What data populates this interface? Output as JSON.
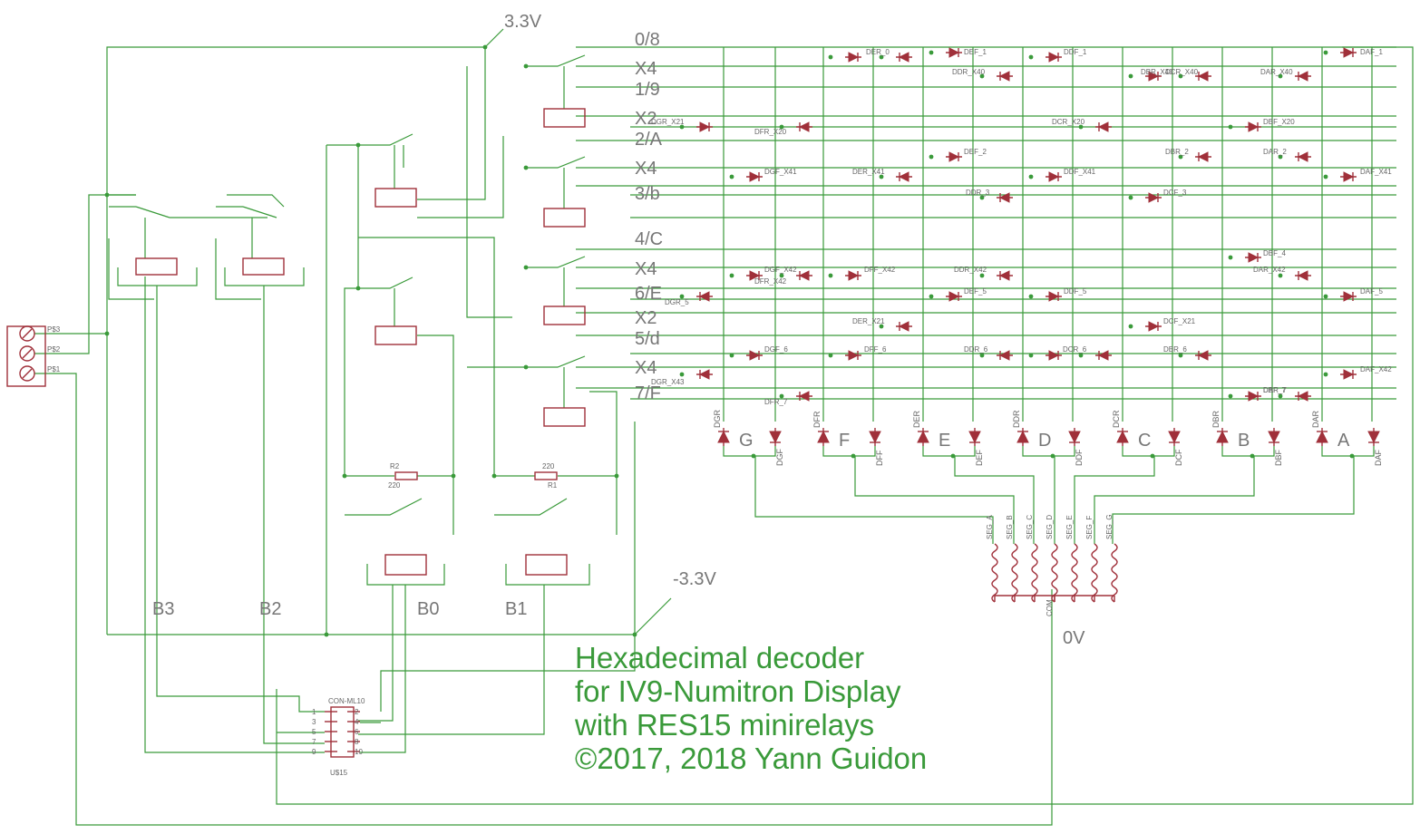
{
  "supply": {
    "vpos": "3.3V",
    "vneg": "-3.3V",
    "gnd": "0V"
  },
  "rows": [
    "0/8",
    "X4",
    "1/9",
    "X2",
    "2/A",
    "X4",
    "3/b",
    "4/C",
    "X4",
    "6/E",
    "X2",
    "5/d",
    "X4",
    "7/F"
  ],
  "segments": [
    "G",
    "F",
    "E",
    "D",
    "C",
    "B",
    "A"
  ],
  "bits": [
    "B3",
    "B2",
    "B0",
    "B1"
  ],
  "terminal": [
    "P$3",
    "P$2",
    "P$1"
  ],
  "resistors": [
    {
      "name": "R2",
      "value": "220"
    },
    {
      "name": "R1",
      "value": "220"
    }
  ],
  "connector": {
    "name": "CON-ML10",
    "ref": "U$15",
    "pins": [
      "1",
      "2",
      "3",
      "4",
      "5",
      "6",
      "7",
      "8",
      "9",
      "10"
    ]
  },
  "display_pins": [
    "SEG_A",
    "SEG_B",
    "SEG_C",
    "SEG_D",
    "SEG_E",
    "SEG_F",
    "SEG_G",
    "COM"
  ],
  "segment_diodes": [
    "DGR",
    "DGF",
    "DFR",
    "DFF",
    "DER",
    "DEF",
    "DDR",
    "DDF",
    "DCR",
    "DCF",
    "DBR",
    "DBF",
    "DAR",
    "DAF"
  ],
  "diode_labels": [
    "DER_0",
    "DEF_1",
    "DDF_1",
    "DAF_1",
    "DDR_X40",
    "DBR_X40",
    "DCR_X40",
    "DAR_X40",
    "DGR_X21",
    "DFR_X20",
    "DCR_X20",
    "DBF_X20",
    "DEF_2",
    "DBR_2",
    "DAR_2",
    "DGF_X41",
    "DER_X41",
    "DDF_X41",
    "DAF_X41",
    "DDR_3",
    "DCF_3",
    "DBF_4",
    "DGF_X42",
    "DFR_X42",
    "DFF_X42",
    "DDR_X42",
    "DAR_X42",
    "DEF_5",
    "DDF_5",
    "DGR_5",
    "DAF_5",
    "DER_X21",
    "DCF_X21",
    "DGF_6",
    "DFF_6",
    "DDR_6",
    "DCR_6",
    "DBR_6",
    "DGR_X43",
    "DAF_X42",
    "DFR_7",
    "DBF_7",
    "DAR_7"
  ],
  "title_lines": [
    "Hexadecimal decoder",
    "for IV9-Numitron Display",
    "with RES15 minirelays",
    "©2017, 2018 Yann Guidon"
  ]
}
